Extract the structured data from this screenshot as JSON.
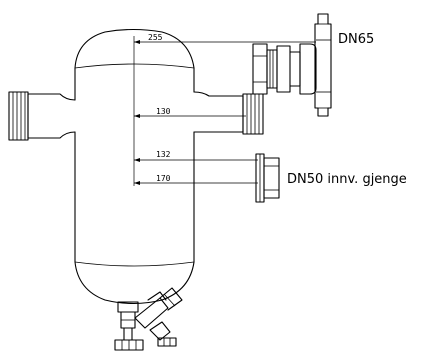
{
  "labels": {
    "flange_connection": "DN65",
    "threaded_connection": "DN50 innv. gjenge"
  },
  "dimensions": [
    {
      "id": "d255",
      "value": "255"
    },
    {
      "id": "d130",
      "value": "130"
    },
    {
      "id": "d132",
      "value": "132"
    },
    {
      "id": "d170",
      "value": "170"
    }
  ],
  "colors": {
    "line": "#000000",
    "background": "#ffffff"
  }
}
